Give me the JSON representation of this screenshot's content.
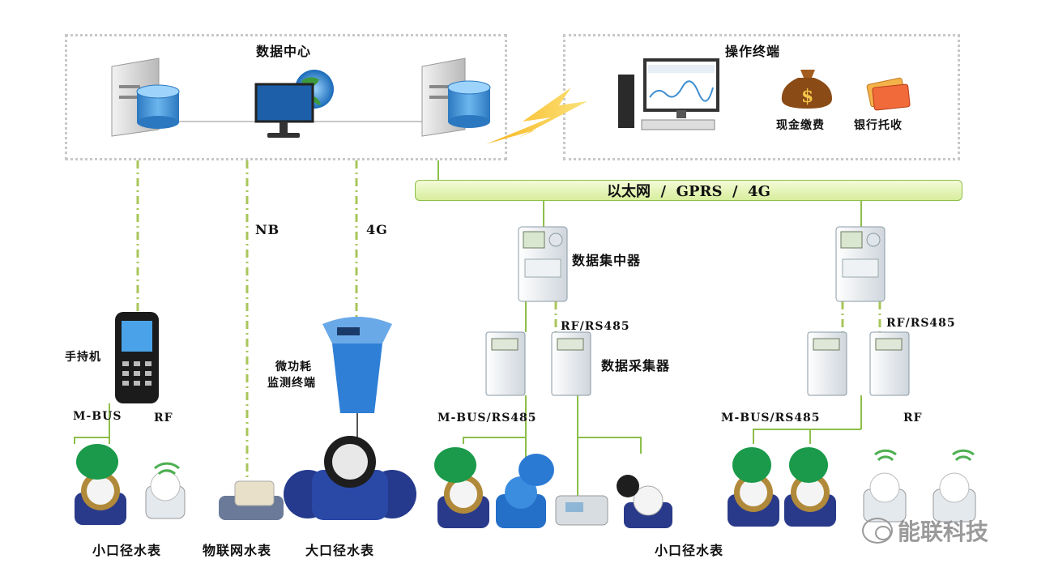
{
  "data_center": {
    "title": "数据中心"
  },
  "operator_terminal": {
    "title": "操作终端",
    "cash_label": "现金缴费",
    "bank_label": "银行托收"
  },
  "bus": {
    "label": "以太网  /  GPRS  /  4G"
  },
  "links": {
    "nb": "NB",
    "g4": "4G",
    "rf_rs485_1": "RF/RS485",
    "rf_rs485_2": "RF/RS485",
    "mbus": "M-BUS",
    "rf_left": "RF",
    "mbus_rs485_1": "M-BUS/RS485",
    "mbus_rs485_2": "M-BUS/RS485",
    "rf_right": "RF"
  },
  "devices": {
    "handheld": "手持机",
    "low_power_line1": "微功耗",
    "low_power_line2": "监测终端",
    "concentrator": "数据集中器",
    "collector": "数据采集器"
  },
  "meters": {
    "small1": "小口径水表",
    "iot": "物联网水表",
    "large": "大口径水表",
    "small2": "小口径水表"
  },
  "watermark": {
    "text": "能联科技"
  },
  "colors": {
    "line_green": "#8dbf49",
    "dash_green": "#a8c65a",
    "box_border": "#c8c8c8",
    "meter_lid_green": "#1a9a4a",
    "meter_blue": "#2a5ab8",
    "server_blue": "#3f8fd0"
  }
}
